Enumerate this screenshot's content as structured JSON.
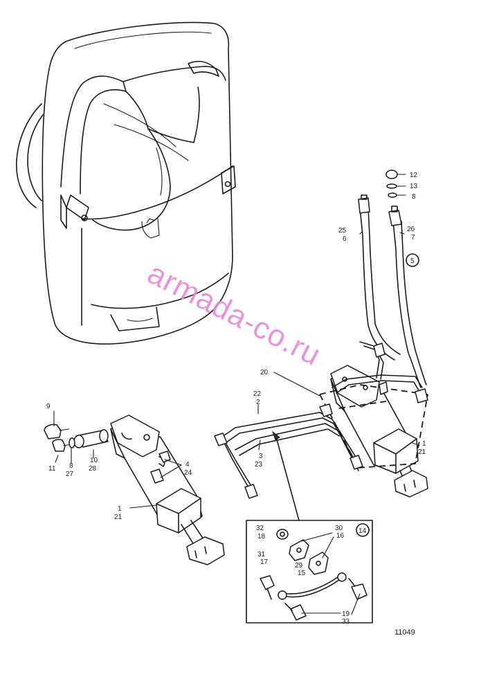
{
  "labels": {
    "l_9": "9",
    "l_11": "11",
    "l_8": "8",
    "l_27": "27",
    "l_10": "10",
    "l_28": "28",
    "l_4": "4",
    "l_24": "24",
    "l_1a": "1",
    "l_21a": "21",
    "l_22": "22",
    "l_2": "2",
    "l_3": "3",
    "l_23": "23",
    "l_20": "20",
    "l_1b": "1",
    "l_21b": "21",
    "l_25": "25",
    "l_6": "6",
    "l_26": "26",
    "l_7": "7",
    "l_12": "12",
    "l_13": "13",
    "l_8b": "8",
    "l_5": "5",
    "l_32": "32",
    "l_18": "18",
    "l_30": "30",
    "l_16": "16",
    "l_31": "31",
    "l_17": "17",
    "l_29": "29",
    "l_15": "15",
    "l_19": "19",
    "l_33": "33",
    "l_14": "14"
  },
  "figure_number": "11049",
  "watermark": "armada-co.ru",
  "colors": {
    "line": "#1a1a1a",
    "watermark": "#e58ad2",
    "background": "#ffffff"
  }
}
